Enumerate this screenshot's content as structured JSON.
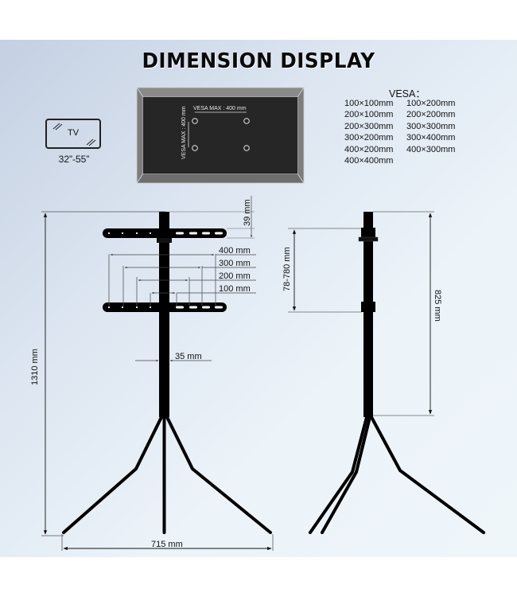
{
  "title": "DIMENSION DISPLAY",
  "tv_icon": {
    "label": "TV",
    "size_range": "32”-55”"
  },
  "monitor_back": {
    "vesa_horizontal": "VESA MAX : 400 mm",
    "vesa_vertical": "VESA MAX : 400 mm"
  },
  "vesa": {
    "title": "VESA：",
    "patterns": [
      "100×100mm",
      "100×200mm",
      "200×100mm",
      "200×200mm",
      "200×300mm",
      "300×300mm",
      "300×200mm",
      "300×400mm",
      "400×200mm",
      "400×300mm",
      "400×400mm"
    ]
  },
  "front_view": {
    "total_height": "1310 mm",
    "bracket_offset": "39 mm",
    "pole_width": "35 mm",
    "base_width": "715 mm",
    "bracket_spacings": [
      "400 mm",
      "300 mm",
      "200 mm",
      "100 mm"
    ]
  },
  "side_view": {
    "adjust_range": "78-780 mm",
    "pole_length": "825 mm"
  },
  "colors": {
    "panel_top_left": "#c4d0e3",
    "panel_bottom_right": "#eff6fa",
    "stand": "#000000",
    "monitor_face": "#262626",
    "monitor_bezel": "#7a7a7a"
  }
}
